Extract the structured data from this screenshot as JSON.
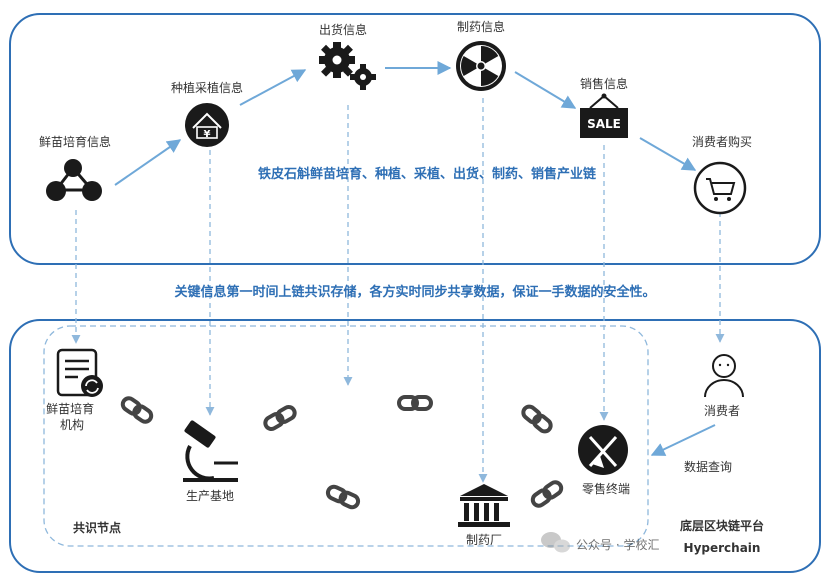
{
  "top_panel": {
    "nodes": [
      {
        "id": "seedling",
        "label": "鲜苗培育信息",
        "icon": "network-icon"
      },
      {
        "id": "plant",
        "label": "种植采植信息",
        "icon": "house-yuan-icon"
      },
      {
        "id": "shipping",
        "label": "出货信息",
        "icon": "gears-icon"
      },
      {
        "id": "pharma",
        "label": "制药信息",
        "icon": "radiation-icon"
      },
      {
        "id": "sales",
        "label": "销售信息",
        "icon": "sale-sign-icon"
      },
      {
        "id": "consumer",
        "label": "消费者购买",
        "icon": "cart-icon"
      }
    ],
    "chain_title": "铁皮石斛鲜苗培育、种植、采植、出货、制药、销售产业链"
  },
  "middle_caption": "关键信息第一时间上链共识存储，各方实时同步共享数据，保证一手数据的安全性。",
  "bottom_panel": {
    "nodes": [
      {
        "id": "institute",
        "label": "鲜苗培育\n机构",
        "icon": "document-recycle-icon"
      },
      {
        "id": "base",
        "label": "生产基地",
        "icon": "microscope-icon"
      },
      {
        "id": "factory",
        "label": "制药厂",
        "icon": "bank-building-icon"
      },
      {
        "id": "retail",
        "label": "零售终端",
        "icon": "knife-fork-icon"
      },
      {
        "id": "consumer2",
        "label": "消费者",
        "icon": "person-icon"
      }
    ],
    "query_label": "数据查询",
    "consensus_label": "共识节点",
    "platform_label": "底层区块链平台",
    "platform_sub": "Hyperchain",
    "watermark": "公众号 · 学校汇"
  },
  "colors": {
    "border": "#2e6fb5",
    "arrow": "#6fa8d8",
    "dashed": "#8fb8dc",
    "text_blue": "#2e6fb5"
  }
}
